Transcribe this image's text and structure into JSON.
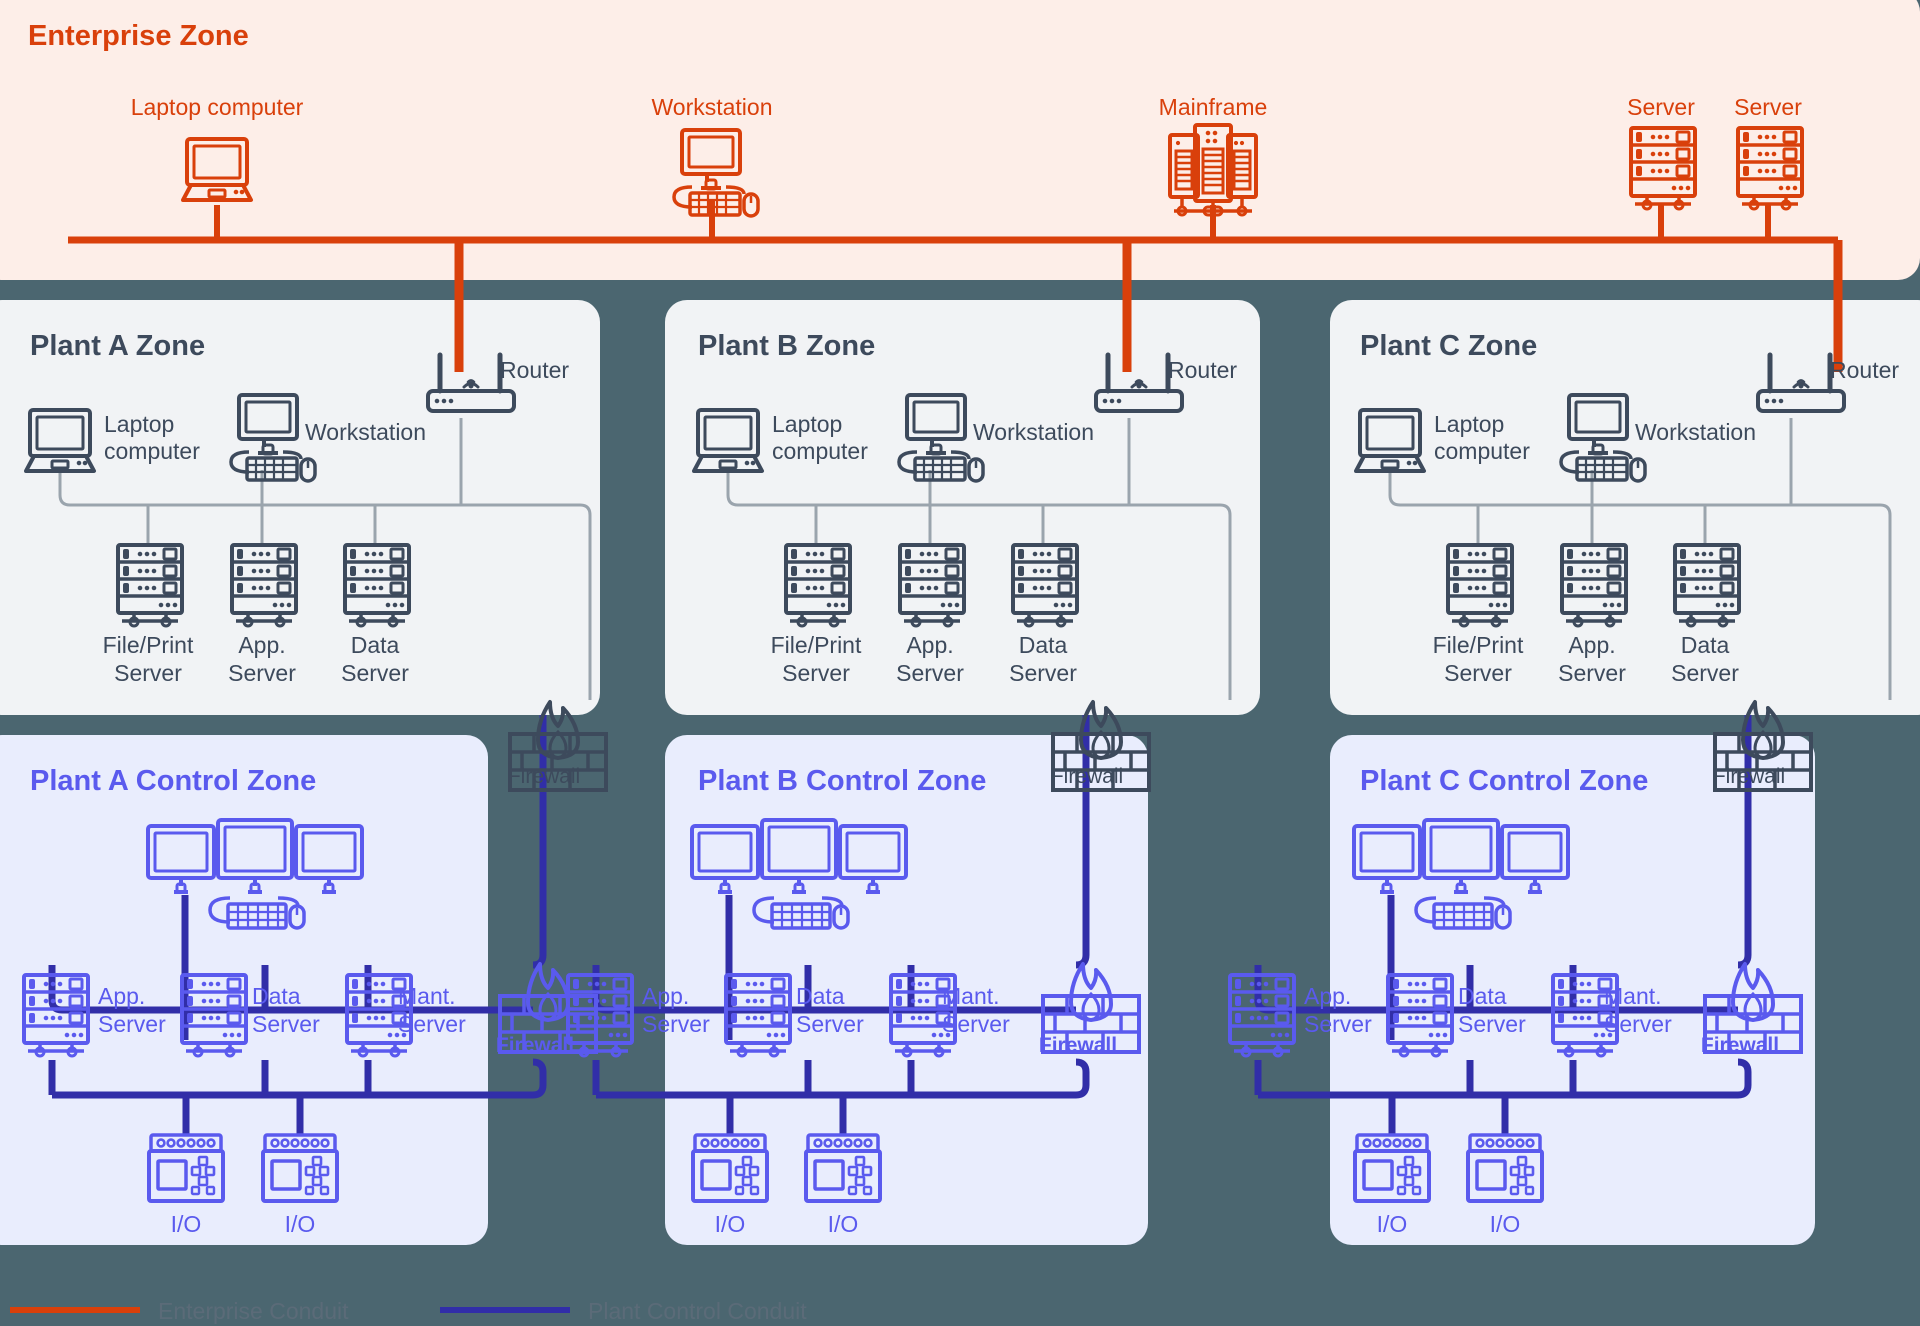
{
  "colors": {
    "page_background": "#4b6670",
    "enterprise_fill": "#fdeee8",
    "enterprise_accent": "#d9400b",
    "plant_fill": "#f1f3f5",
    "plant_accent": "#3d4a5c",
    "control_fill": "#e9edfd",
    "control_accent": "#5a5aee",
    "control_conduit": "#312ea8",
    "link_grey": "#9aa4ad"
  },
  "enterprise_zone": {
    "title": "Enterprise Zone",
    "devices": [
      {
        "label": "Laptop computer",
        "icon": "laptop-icon"
      },
      {
        "label": "Workstation",
        "icon": "workstation-icon"
      },
      {
        "label": "Mainframe",
        "icon": "mainframe-icon"
      },
      {
        "label": "Server",
        "icon": "server-rack-icon"
      },
      {
        "label": "Server",
        "icon": "server-rack-icon"
      }
    ]
  },
  "plant_zones": [
    {
      "title": "Plant A Zone",
      "router": {
        "label": "Router",
        "icon": "router-icon"
      },
      "laptop": {
        "label": "Laptop computer",
        "icon": "laptop-icon"
      },
      "workstation": {
        "label": "Workstation",
        "icon": "workstation-icon"
      },
      "servers": [
        {
          "label": "File/Print Server",
          "icon": "server-rack-icon"
        },
        {
          "label": "App. Server",
          "icon": "server-rack-icon"
        },
        {
          "label": "Data Server",
          "icon": "server-rack-icon"
        }
      ],
      "firewall": {
        "label": "Firewall",
        "icon": "firewall-icon"
      }
    },
    {
      "title": "Plant B Zone",
      "router": {
        "label": "Router",
        "icon": "router-icon"
      },
      "laptop": {
        "label": "Laptop computer",
        "icon": "laptop-icon"
      },
      "workstation": {
        "label": "Workstation",
        "icon": "workstation-icon"
      },
      "servers": [
        {
          "label": "File/Print Server",
          "icon": "server-rack-icon"
        },
        {
          "label": "App. Server",
          "icon": "server-rack-icon"
        },
        {
          "label": "Data Server",
          "icon": "server-rack-icon"
        }
      ],
      "firewall": {
        "label": "Firewall",
        "icon": "firewall-icon"
      }
    },
    {
      "title": "Plant C Zone",
      "router": {
        "label": "Router",
        "icon": "router-icon"
      },
      "laptop": {
        "label": "Laptop computer",
        "icon": "laptop-icon"
      },
      "workstation": {
        "label": "Workstation",
        "icon": "workstation-icon"
      },
      "servers": [
        {
          "label": "File/Print Server",
          "icon": "server-rack-icon"
        },
        {
          "label": "App. Server",
          "icon": "server-rack-icon"
        },
        {
          "label": "Data Server",
          "icon": "server-rack-icon"
        }
      ],
      "firewall": {
        "label": "Firewall",
        "icon": "firewall-icon"
      }
    }
  ],
  "control_zones": [
    {
      "title": "Plant A Control Zone",
      "hmi": {
        "icon": "triple-monitor-console-icon"
      },
      "servers": [
        {
          "label": "App. Server",
          "icon": "server-rack-icon"
        },
        {
          "label": "Data Server",
          "icon": "server-rack-icon"
        },
        {
          "label": "Mant. Server",
          "icon": "server-rack-icon"
        }
      ],
      "io_modules": [
        {
          "label": "I/O",
          "icon": "io-module-icon"
        },
        {
          "label": "I/O",
          "icon": "io-module-icon"
        }
      ],
      "firewall": {
        "label": "Firewall",
        "icon": "firewall-icon"
      }
    },
    {
      "title": "Plant B Control Zone",
      "hmi": {
        "icon": "triple-monitor-console-icon"
      },
      "servers": [
        {
          "label": "App. Server",
          "icon": "server-rack-icon"
        },
        {
          "label": "Data Server",
          "icon": "server-rack-icon"
        },
        {
          "label": "Mant. Server",
          "icon": "server-rack-icon"
        }
      ],
      "io_modules": [
        {
          "label": "I/O",
          "icon": "io-module-icon"
        },
        {
          "label": "I/O",
          "icon": "io-module-icon"
        }
      ],
      "firewall": {
        "label": "Firewall",
        "icon": "firewall-icon"
      }
    },
    {
      "title": "Plant C Control Zone",
      "hmi": {
        "icon": "triple-monitor-console-icon"
      },
      "servers": [
        {
          "label": "App. Server",
          "icon": "server-rack-icon"
        },
        {
          "label": "Data Server",
          "icon": "server-rack-icon"
        },
        {
          "label": "Mant. Server",
          "icon": "server-rack-icon"
        }
      ],
      "io_modules": [
        {
          "label": "I/O",
          "icon": "io-module-icon"
        },
        {
          "label": "I/O",
          "icon": "io-module-icon"
        }
      ],
      "firewall": {
        "label": "Firewall",
        "icon": "firewall-icon"
      }
    }
  ],
  "legend": [
    {
      "label": "Enterprise Conduit",
      "color": "#d9400b"
    },
    {
      "label": "Plant Control Conduit",
      "color": "#312ea8"
    }
  ]
}
